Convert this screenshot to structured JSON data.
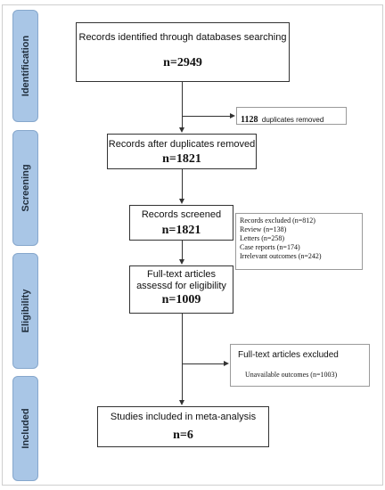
{
  "phases": [
    {
      "label": "Identification"
    },
    {
      "label": "Screening"
    },
    {
      "label": "Eligibility"
    },
    {
      "label": "Included"
    }
  ],
  "boxes": {
    "identified": {
      "text": "Records identified through databases searching",
      "n": "n=2949"
    },
    "after_duplicates": {
      "text": "Records after duplicates removed",
      "n": "n=1821"
    },
    "screened": {
      "text": "Records screened",
      "n": "n=1821"
    },
    "fulltext": {
      "text": "Full-text articles assessd for eligibility",
      "n": "n=1009"
    },
    "included": {
      "text": "Studies included in meta-analysis",
      "n": "n=6"
    }
  },
  "side_boxes": {
    "duplicates": {
      "count": "1128",
      "text": "duplicates removed"
    },
    "excluded": {
      "rows": [
        "Records excluded (n=812)",
        "Review (n=138)",
        "Letters (n=258)",
        "Case reports (n=174)",
        "Irrelevant outcomes (n=242)"
      ]
    },
    "fulltext_excluded": {
      "title": "Full-text articles excluded",
      "detail": "Unavailable outcomes (n=1003)"
    }
  }
}
